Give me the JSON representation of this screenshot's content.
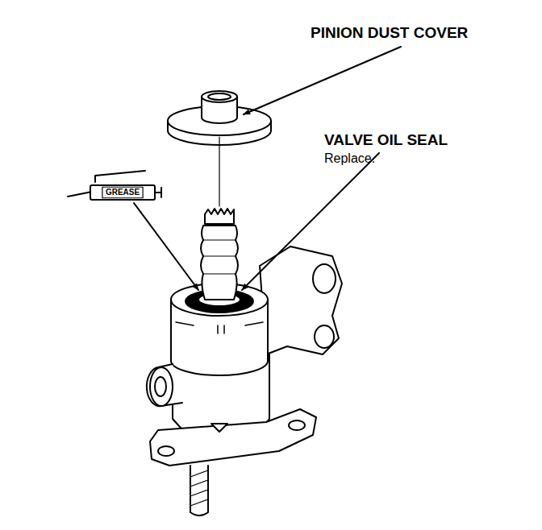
{
  "diagram": {
    "labels": [
      "PINION DUST COVER",
      "VALVE OIL SEAL",
      "Replace.",
      "GREASE"
    ]
  }
}
